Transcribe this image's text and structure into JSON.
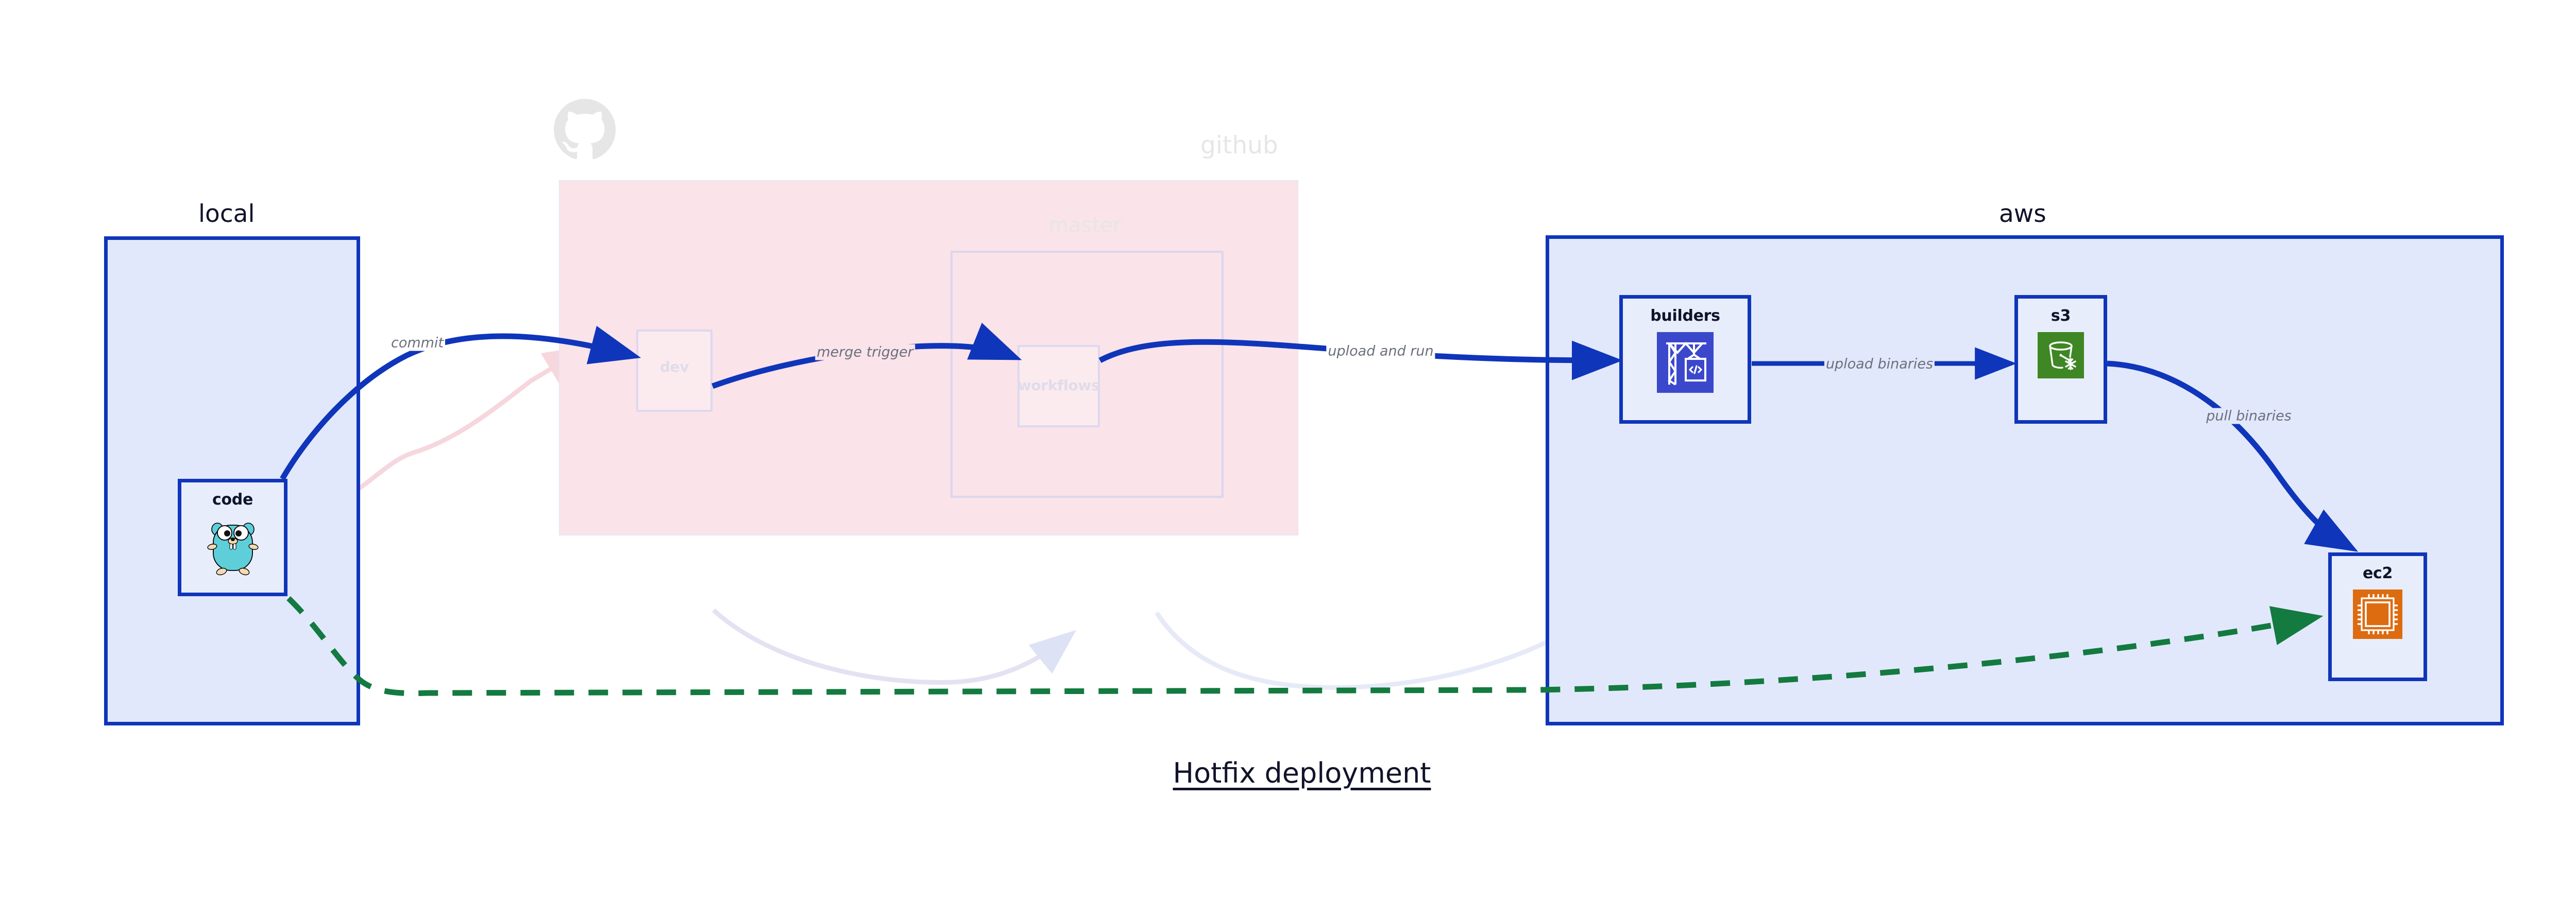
{
  "title": "Hotfix deployment",
  "groups": [
    {
      "id": "local",
      "label": "local",
      "state": "active"
    },
    {
      "id": "github",
      "label": "github",
      "state": "faded"
    },
    {
      "id": "master",
      "label": "master",
      "state": "faded"
    },
    {
      "id": "aws",
      "label": "aws",
      "state": "active"
    }
  ],
  "nodes": [
    {
      "id": "code",
      "label": "code",
      "icon": "go-gopher-icon",
      "state": "active"
    },
    {
      "id": "dev",
      "label": "dev",
      "icon": "none",
      "state": "faded"
    },
    {
      "id": "workflows",
      "label": "workflows",
      "icon": "none",
      "state": "faded"
    },
    {
      "id": "builders",
      "label": "builders",
      "icon": "aws-codebuild-icon",
      "state": "active"
    },
    {
      "id": "s3",
      "label": "s3",
      "icon": "aws-s3-glacier-icon",
      "state": "active"
    },
    {
      "id": "ec2",
      "label": "ec2",
      "icon": "aws-ec2-chip-icon",
      "state": "active"
    }
  ],
  "edges": [
    {
      "id": "commit",
      "label": "commit",
      "from": "code",
      "to": "dev",
      "style": "solid-blue"
    },
    {
      "id": "merge-trigger",
      "label": "merge trigger",
      "from": "dev",
      "to": "workflows",
      "style": "solid-blue"
    },
    {
      "id": "upload-run",
      "label": "upload and run",
      "from": "workflows",
      "to": "builders",
      "style": "solid-blue"
    },
    {
      "id": "upload-bin",
      "label": "upload binaries",
      "from": "builders",
      "to": "s3",
      "style": "solid-blue"
    },
    {
      "id": "pull-bin",
      "label": "pull binaries",
      "from": "s3",
      "to": "ec2",
      "style": "solid-blue"
    },
    {
      "id": "hotfix",
      "label": "",
      "from": "code",
      "to": "ec2",
      "style": "dashed-green"
    }
  ],
  "colors": {
    "accent_blue": "#0f35ba",
    "group_fill_blue": "#e2e8fb",
    "node_fill_blue": "#e8edfb",
    "github_pink": "#fae3e9",
    "dashed_green": "#137a40",
    "edge_label_gray": "#6a707e",
    "codebuild_blue": "#3b48cc",
    "s3_green": "#3f8624",
    "ec2_orange": "#dd6b10",
    "gopher_teal": "#5ecfd8",
    "faded_text": "#e0dce9"
  }
}
